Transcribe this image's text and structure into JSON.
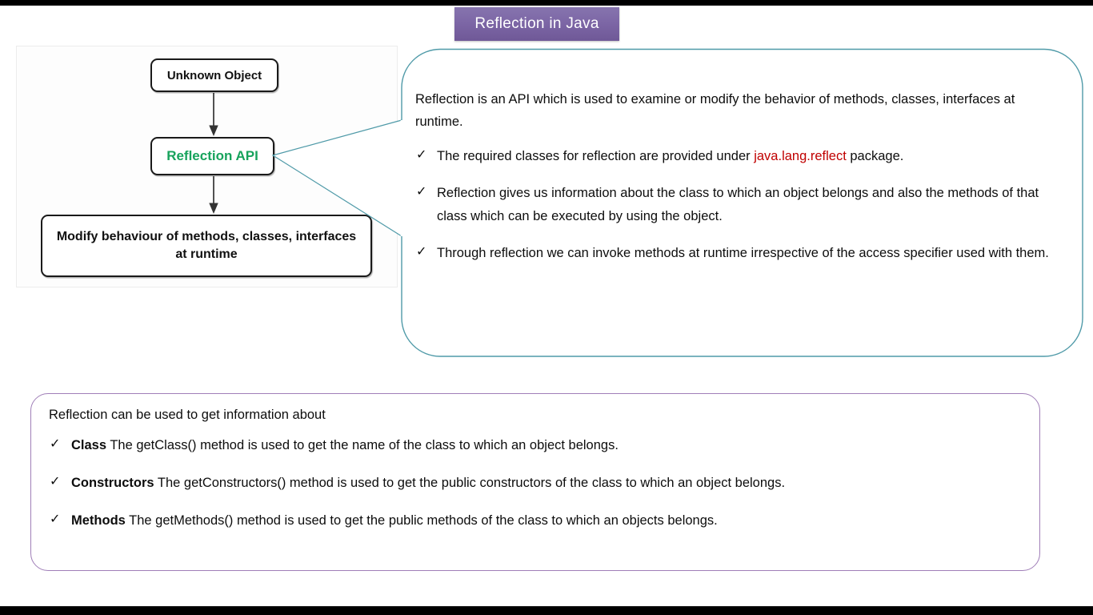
{
  "title": {
    "text": "Reflection in Java",
    "banner_color": "#7d67a6"
  },
  "diagram": {
    "boxes": [
      {
        "id": "unknown-object",
        "label": "Unknown Object",
        "text_color": "#111111"
      },
      {
        "id": "reflection-api",
        "label": "Reflection  API",
        "text_color": "#17a35c"
      },
      {
        "id": "modify-behaviour",
        "label": "Modify behaviour of methods, classes, interfaces at runtime",
        "text_color": "#111111"
      }
    ],
    "arrow_color": "#333333"
  },
  "callout": {
    "border_color": "#4f9aa8",
    "lead": "Reflection is an API which is used to examine or modify the behavior of methods, classes, interfaces at runtime.",
    "bullets": [
      {
        "check": "✓",
        "pre": "The required classes for reflection are provided under ",
        "highlight": "java.lang.reflect",
        "highlight_color": "#c00000",
        "post": " package."
      },
      {
        "check": "✓",
        "pre": "Reflection gives us information about the class to which an object belongs and also the methods of that class which can be executed by using the object.",
        "highlight": "",
        "post": ""
      },
      {
        "check": "✓",
        "pre": "Through reflection we can invoke methods at runtime irrespective of the access specifier used with them.",
        "highlight": "",
        "post": ""
      }
    ]
  },
  "bottom_panel": {
    "border_color": "#a07fb8",
    "lead": "Reflection can be used to get information about",
    "bullets": [
      {
        "check": "✓",
        "term": "Class",
        "text": " The getClass() method is used to get the name of the class to which an object belongs."
      },
      {
        "check": "✓",
        "term": "Constructors",
        "text": " The getConstructors() method is used to get the public constructors of the class to which an object belongs."
      },
      {
        "check": "✓",
        "term": "Methods",
        "text": " The getMethods() method is used to get the public methods of the class to which an objects belongs."
      }
    ]
  }
}
